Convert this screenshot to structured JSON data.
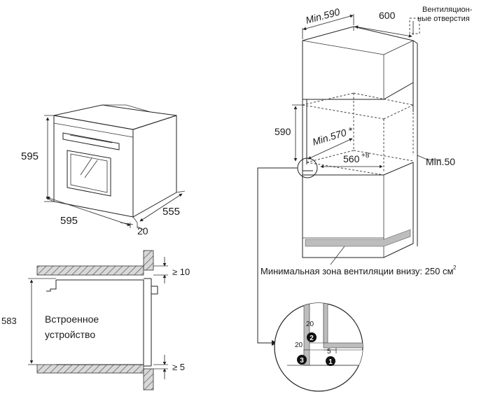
{
  "labels": {
    "oven_width": "595",
    "oven_height": "595",
    "oven_depth": "555",
    "oven_panel": "20",
    "min590": "Min.590",
    "w600": "600",
    "vent_line1": "Вентиляцион-",
    "vent_line2": "ные отверстия",
    "h590": "590",
    "min570": "Min.570 *",
    "w560": "560",
    "w560_tol": "+8",
    "min50": "Min.50",
    "vent_zone": "Минимальная зона вентиляции внизу: 250 см",
    "vent_zone_sup": "2",
    "gap_top": "≥ 10",
    "gap_bottom": "≥ 5",
    "h583": "583",
    "builtin_line1": "Встроенное",
    "builtin_line2": "устройство",
    "detail_20a": "20",
    "detail_20b": "20",
    "detail_5": "5",
    "badge1": "1",
    "badge2": "2",
    "badge3": "3"
  }
}
